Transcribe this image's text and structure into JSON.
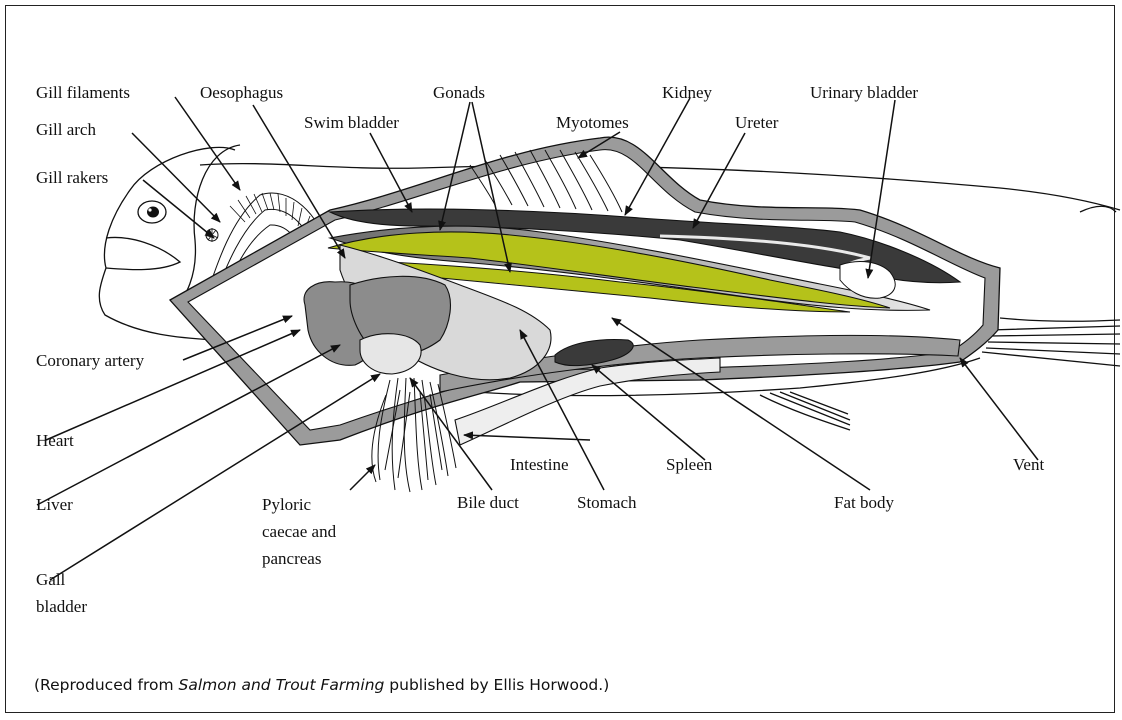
{
  "labels": {
    "gill_filaments": "Gill filaments",
    "oesophagus": "Oesophagus",
    "gonads": "Gonads",
    "kidney": "Kidney",
    "urinary_bladder": "Urinary bladder",
    "gill_arch": "Gill arch",
    "swim_bladder": "Swim bladder",
    "myotomes": "Myotomes",
    "ureter": "Ureter",
    "gill_rakers": "Gill rakers",
    "coronary_artery": "Coronary artery",
    "heart": "Heart",
    "liver": "Liver",
    "gall_bladder_1": "Gall",
    "gall_bladder_2": "bladder",
    "pyloric_1": "Pyloric",
    "pyloric_2": "caecae and",
    "pyloric_3": "pancreas",
    "bile_duct": "Bile duct",
    "intestine": "Intestine",
    "stomach": "Stomach",
    "spleen": "Spleen",
    "fat_body": "Fat body",
    "vent": "Vent"
  },
  "caption": {
    "prefix": "(Reproduced from ",
    "title": "Salmon and Trout Farming",
    "suffix": " published by Ellis Horwood.)"
  },
  "colors": {
    "gonad_green": "#b5c21a",
    "dark_grey": "#3a3a3a",
    "mid_grey": "#8c8c8c",
    "light_grey": "#d9d9d9",
    "wall_grey": "#9b9b9b"
  }
}
